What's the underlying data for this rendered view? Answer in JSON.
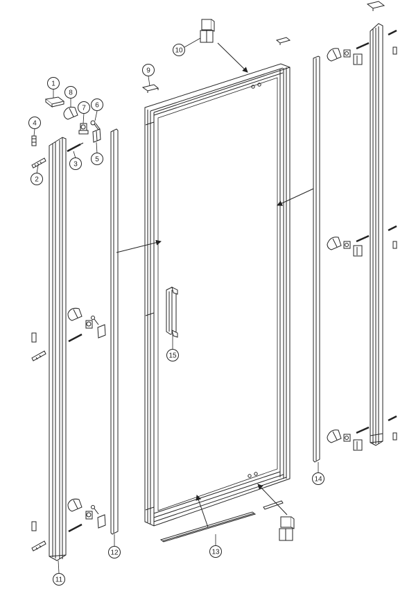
{
  "diagram": {
    "callouts": [
      {
        "id": "1",
        "label": "1"
      },
      {
        "id": "2",
        "label": "2"
      },
      {
        "id": "3",
        "label": "3"
      },
      {
        "id": "4",
        "label": "4"
      },
      {
        "id": "5",
        "label": "5"
      },
      {
        "id": "6",
        "label": "6"
      },
      {
        "id": "7",
        "label": "7"
      },
      {
        "id": "8",
        "label": "8"
      },
      {
        "id": "9",
        "label": "9"
      },
      {
        "id": "10",
        "label": "10"
      },
      {
        "id": "11",
        "label": "11"
      },
      {
        "id": "12",
        "label": "12"
      },
      {
        "id": "13",
        "label": "13"
      },
      {
        "id": "14",
        "label": "14"
      },
      {
        "id": "15",
        "label": "15"
      }
    ],
    "colors": {
      "line": "#222222",
      "background": "#ffffff"
    }
  }
}
